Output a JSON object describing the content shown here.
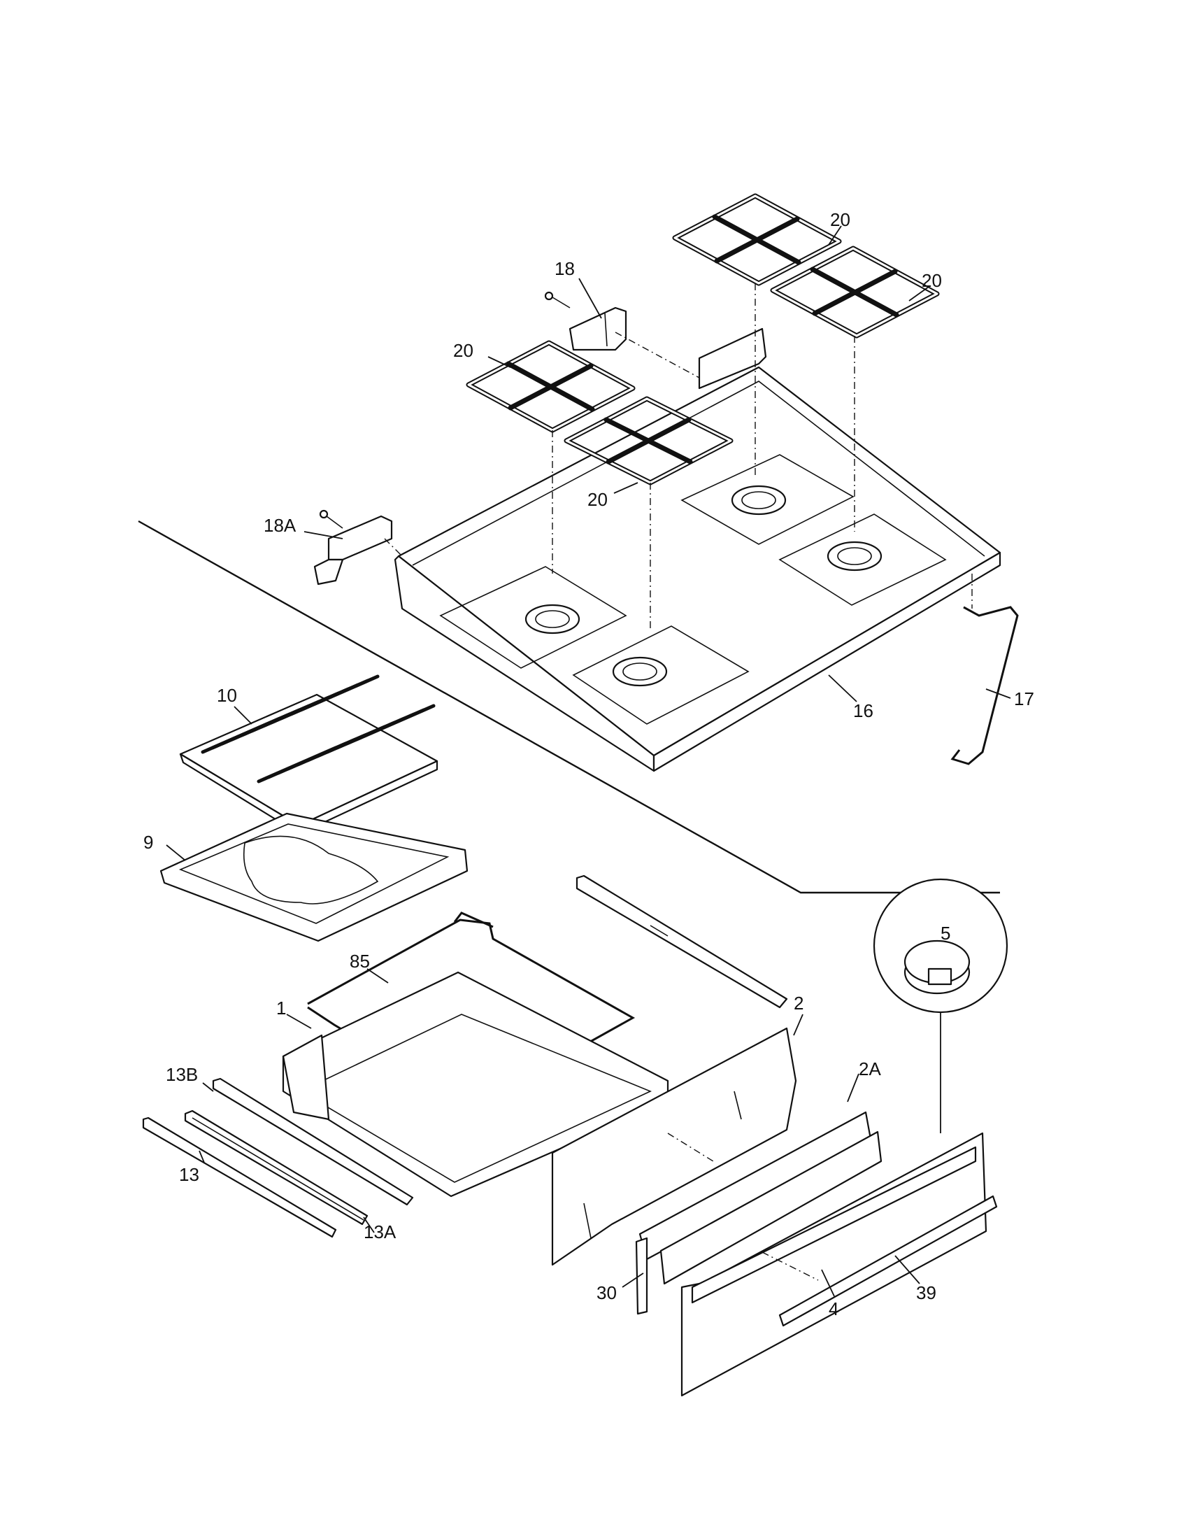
{
  "labels": {
    "grate_a": "20",
    "grate_b": "20",
    "grate_c": "20",
    "grate_d": "20",
    "hinge": "18",
    "hinge_left": "18A",
    "cooktop": "16",
    "support_rod": "17",
    "broiler_grid": "10",
    "broiler_pan": "9",
    "broiler_rack": "85",
    "drawer_body": "1",
    "drawer_side": "2",
    "drawer_side_inner": "2A",
    "rail": "13",
    "slide": "13A",
    "slide_bracket": "13B",
    "foot": "5",
    "spacer": "30",
    "handle": "39",
    "front_panel": "4"
  },
  "colors": {
    "line": "#111111",
    "background": "#ffffff"
  }
}
